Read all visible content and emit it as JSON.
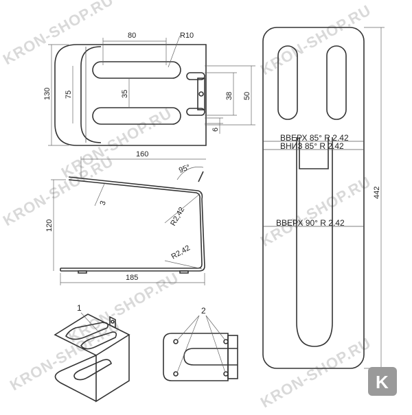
{
  "watermark_text": "KRON-SHOP.RU",
  "logo_letter": "K",
  "colors": {
    "line": "#333333",
    "dimension": "#666666",
    "watermark": "#d9d9d9",
    "logo_bg": "#9a9a9a"
  },
  "top_view": {
    "dim_width_80": "80",
    "dim_radius": "R10",
    "dim_height_130": "130",
    "dim_75": "75",
    "dim_35": "35",
    "dim_38": "38",
    "dim_50": "50",
    "dim_6": "6"
  },
  "side_view": {
    "dim_160": "160",
    "dim_angle": "95°",
    "dim_thickness": "3",
    "dim_120": "120",
    "dim_radius_upper": "R2,42",
    "dim_radius_lower": "R2,42",
    "dim_185": "185"
  },
  "blank_view": {
    "note_up_1": "ВВЕРХ  85°  R 2.42",
    "note_down": "ВНИЗ  85°  R 2.42",
    "note_up_2": "ВВЕРХ  90°  R 2.42",
    "dim_length": "442"
  },
  "callouts": {
    "part_1": "1",
    "part_2": "2"
  }
}
